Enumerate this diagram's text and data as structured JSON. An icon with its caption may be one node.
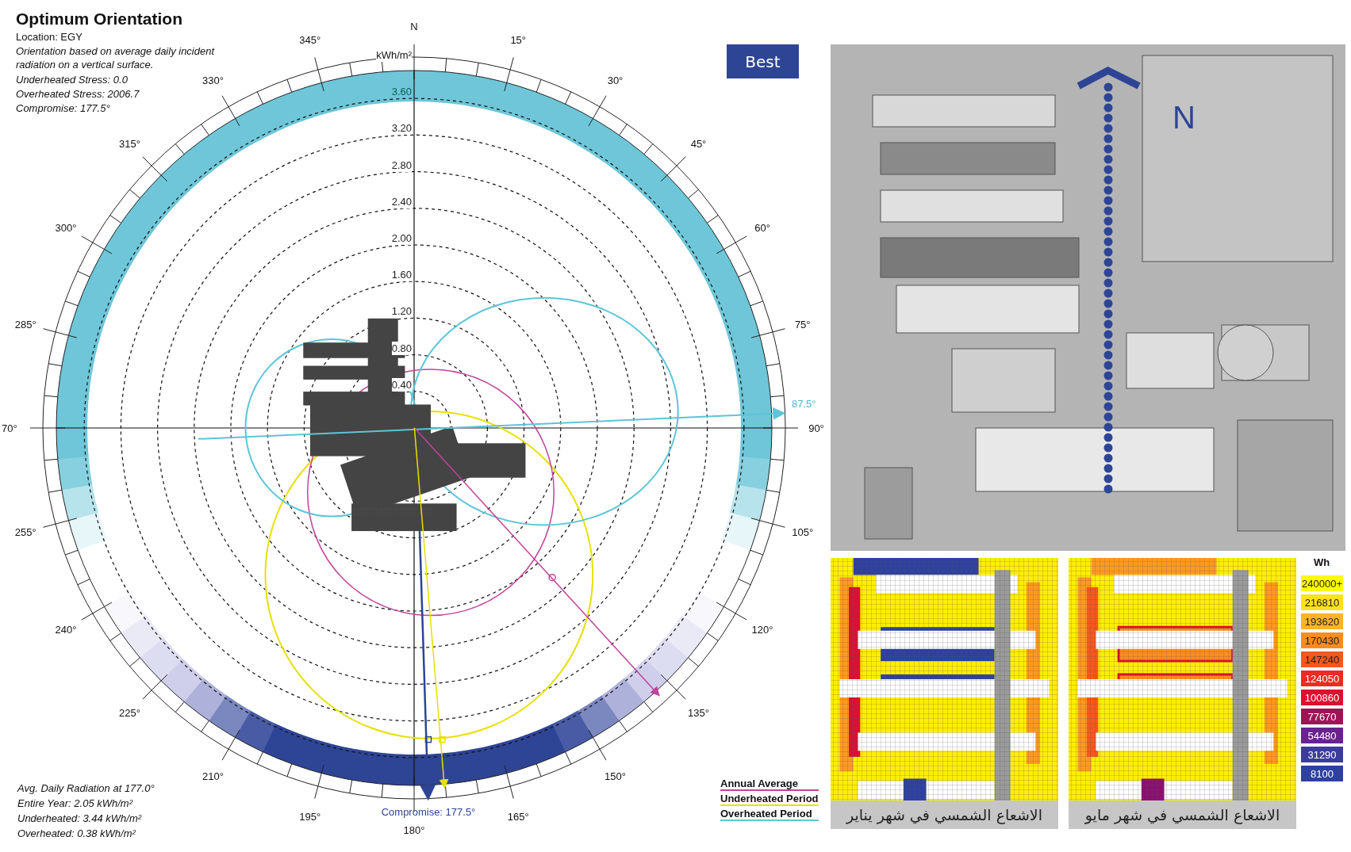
{
  "diagram": {
    "title": "Optimum Orientation",
    "nodes": [
      {
        "text": [
          "Best"
        ]
      },
      {
        "text": [
          "الاشعاع الشمسي في شهر يناير"
        ]
      },
      {
        "text": [
          "الاشعاع الشمسي في شهر مايو"
        ]
      }
    ],
    "labels": [
      "Location: EGY",
      "Orientation based on average daily incident radiation on a vertical surface.",
      "Underheated Stress: 0.0",
      "Overheated Stress: 2006.7",
      "Compromise: 177.5°",
      "N",
      "kWh/m²",
      "3.60",
      "3.20",
      "2.80",
      "2.40",
      "2.00",
      "1.60",
      "1.20",
      "0.80",
      "0.40",
      "345°",
      "15°",
      "330°",
      "30°",
      "315°",
      "45°",
      "300°",
      "60°",
      "285°",
      "75°",
      "87.5°",
      "70°",
      "90°",
      "255°",
      "105°",
      "240°",
      "120°",
      "225°",
      "135°",
      "210°",
      "150°",
      "195°",
      "Compromise: 177.5°",
      "165°",
      "180°",
      "Avg. Daily Radiation at 177.0°",
      "Entire Year: 2.05 kWh/m²",
      "Underheated: 3.44 kWh/m²",
      "Overheated: 0.38 kWh/m²",
      "N",
      "Wh"
    ],
    "legend": [
      {
        "text": "Annual Average"
      },
      {
        "text": "Underheated Period"
      },
      {
        "text": "Overheated Period"
      },
      {
        "text": "240000+",
        "color": "#ffff00"
      },
      {
        "text": "216810",
        "color": "#ffe21a"
      },
      {
        "text": "193620",
        "color": "#ffb428"
      },
      {
        "text": "170430",
        "color": "#ff8c1e"
      },
      {
        "text": "147240",
        "color": "#f5581e"
      },
      {
        "text": "124050",
        "color": "#ec2c22"
      },
      {
        "text": "100860",
        "color": "#dc1030"
      },
      {
        "text": "77670",
        "color": "#a01456"
      },
      {
        "text": "54480",
        "color": "#6a2290"
      },
      {
        "text": "31290",
        "color": "#3c3c9c"
      },
      {
        "text": "8100",
        "color": "#2e40a0"
      }
    ]
  }
}
